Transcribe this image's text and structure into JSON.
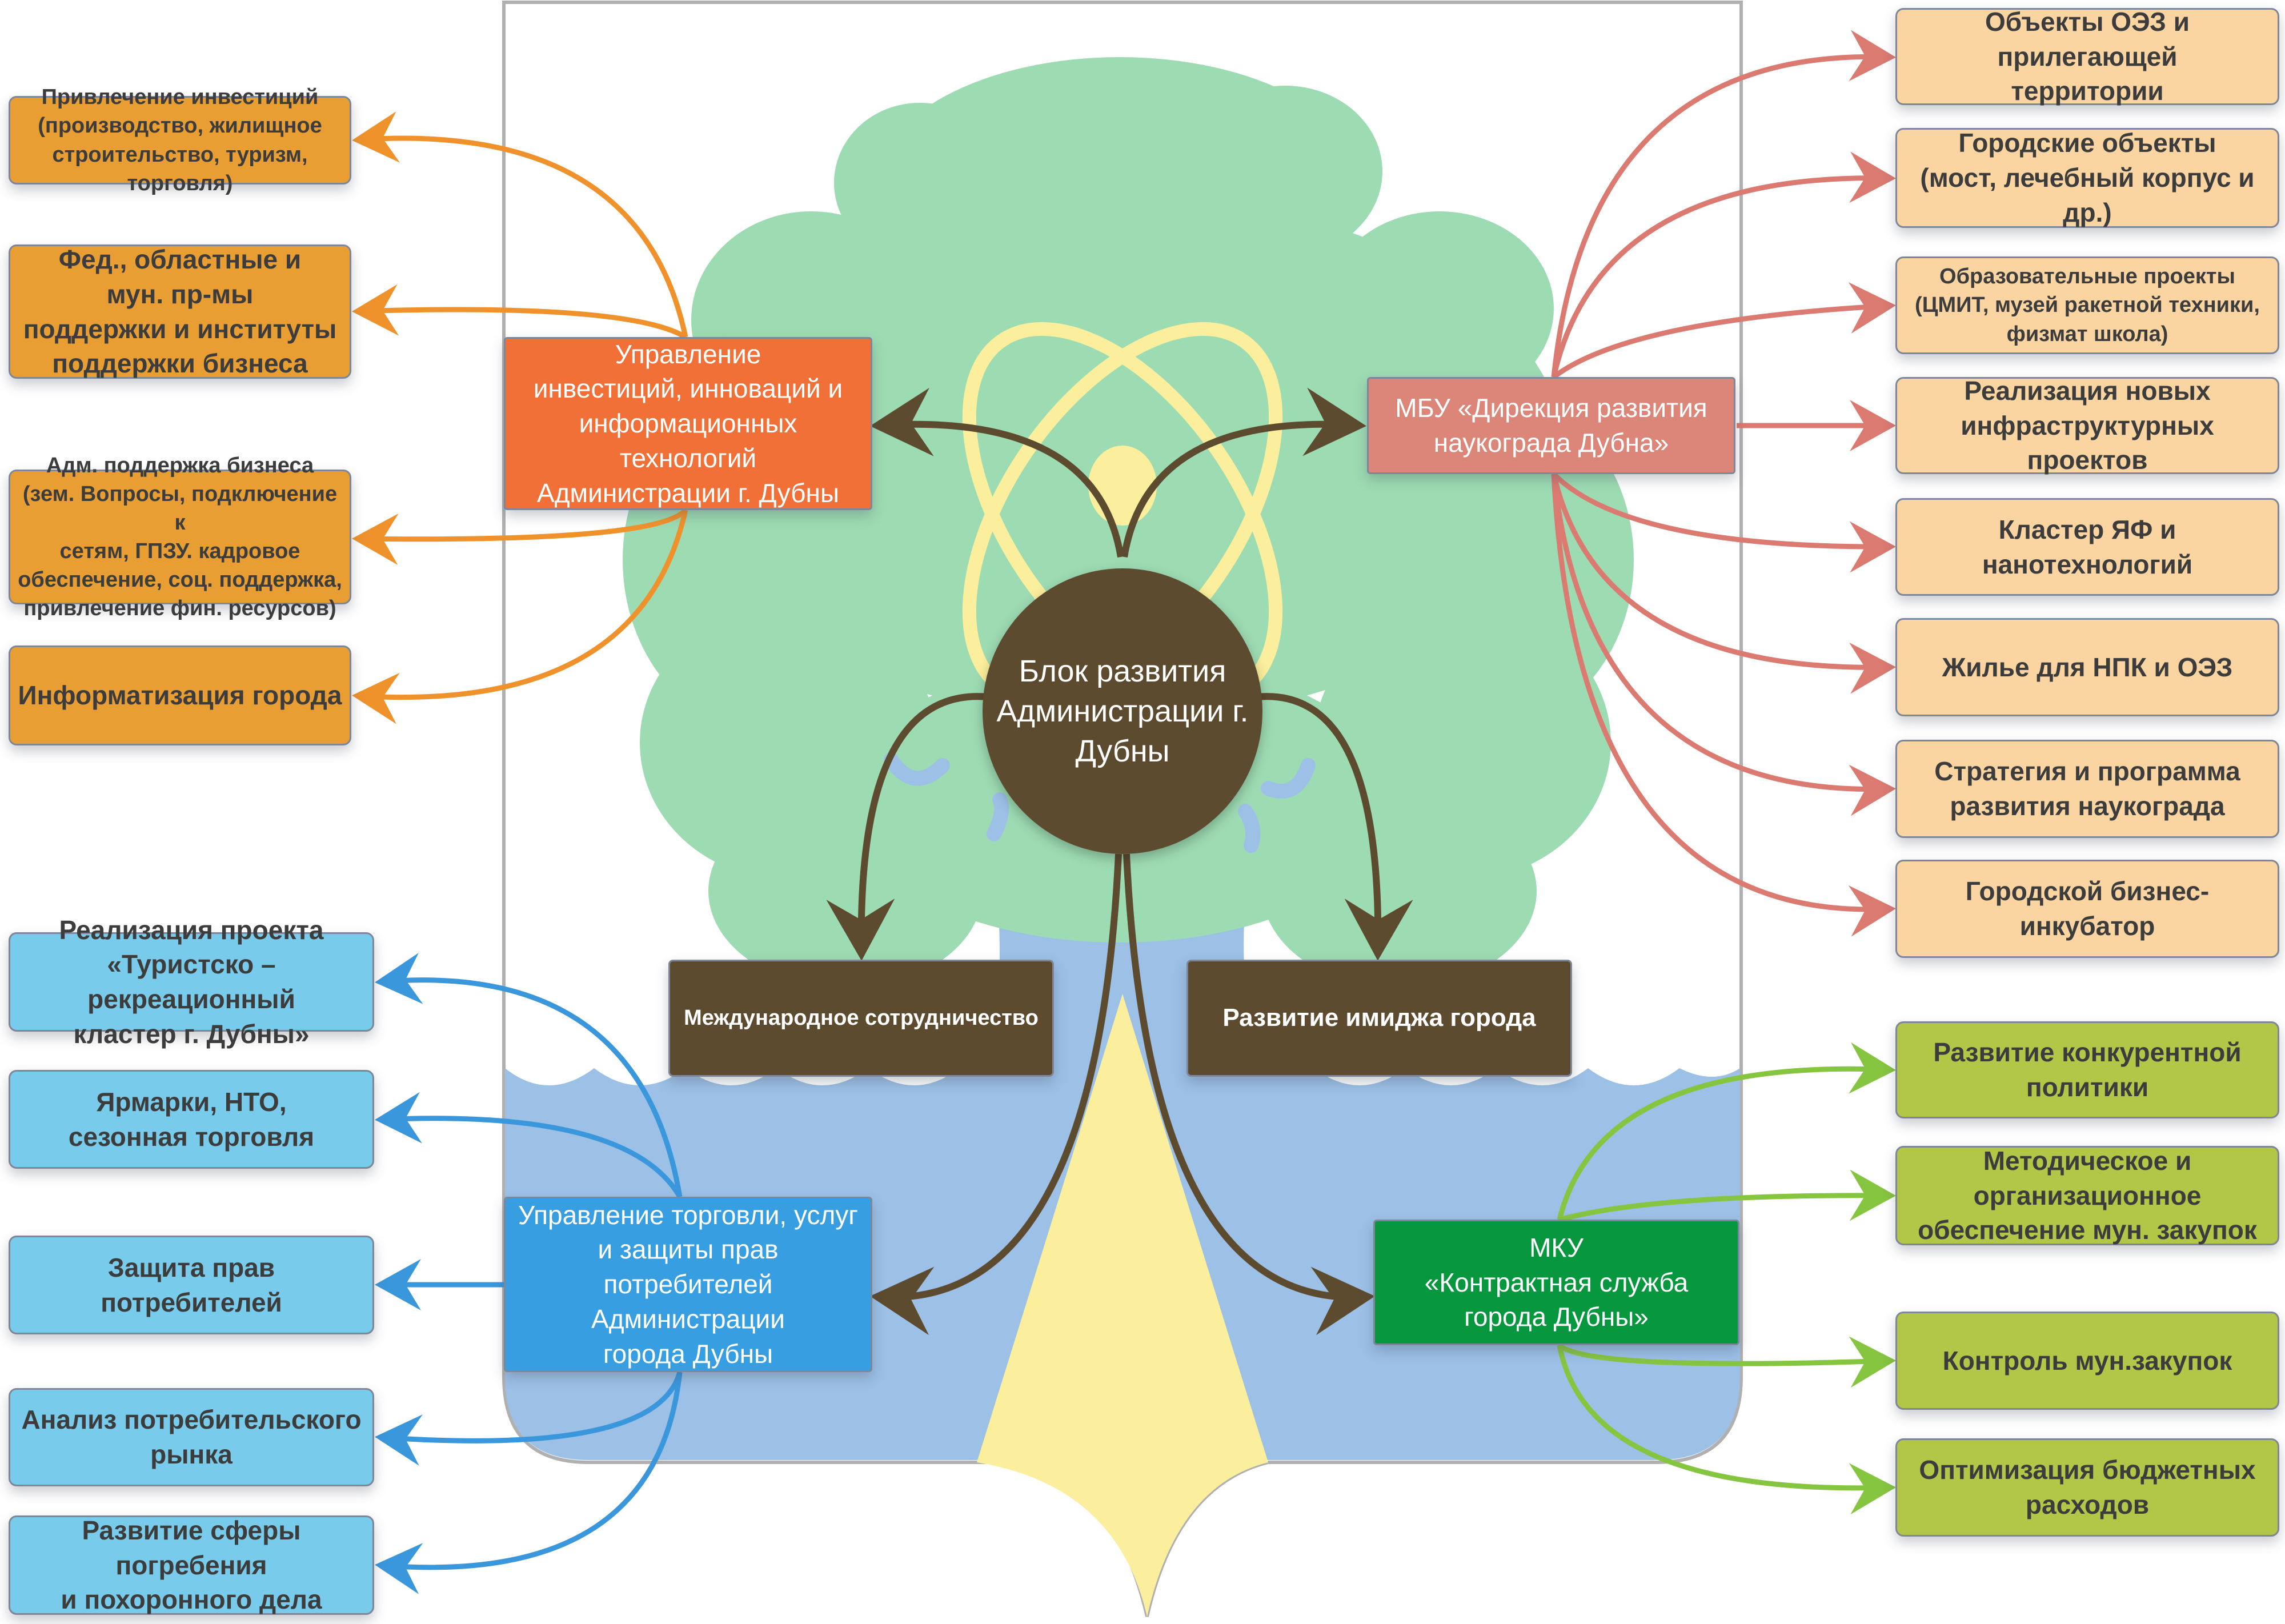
{
  "hub": {
    "label": "Блок развития\nАдминистрации г.\nДубны"
  },
  "colors": {
    "orange_branch": "#f0922c",
    "pink_branch": "#db7a70",
    "blue_branch": "#3b97dc",
    "green_branch": "#86c540",
    "hub_branch": "#5d4b30",
    "tree_canopy": "#9ddbb3",
    "water": "#9cc0e6",
    "sun_ray": "#fbef9d",
    "atom": "#fbef9d"
  },
  "departments": {
    "investments": {
      "label": "Управление\nинвестиций, инноваций и\nинформационных\nтехнологий\nАдминистрации г. Дубны"
    },
    "naukograd": {
      "label": "МБУ «Дирекция развития\nнаукограда Дубна»"
    },
    "trade": {
      "label": "Управление торговли,  услуг\nи защиты прав потребителей\nАдминистрации\nгорода Дубны"
    },
    "contract": {
      "label": "МКУ\n«Контрактная служба\nгорода Дубны»"
    },
    "international": {
      "label": "Международное сотрудничество"
    },
    "image": {
      "label": "Развитие имиджа города"
    }
  },
  "investments_items": [
    {
      "label": "Привлечение инвестиций\n(производство, жилищное\nстроительство, туризм, торговля)"
    },
    {
      "label": "Фед., областные и\nмун. пр-мы\nподдержки и институты\nподдержки бизнеса"
    },
    {
      "label": "Адм. поддержка бизнеса\n(зем. Вопросы, подключение к\nсетям, ГПЗУ. кадровое\nобеспечение, соц. поддержка,\nпривлечение фин. ресурсов)"
    },
    {
      "label": "Информатизация города"
    }
  ],
  "naukograd_items": [
    {
      "label": "Объекты ОЭЗ и прилегающей\nтерритории"
    },
    {
      "label": "Городские объекты\n(мост, лечебный корпус и др.)"
    },
    {
      "label": "Образовательные проекты\n(ЦМИТ, музей ракетной техники,\nфизмат школа)"
    },
    {
      "label": "Реализация новых\nинфраструктурных проектов"
    },
    {
      "label": "Кластер ЯФ и нанотехнологий"
    },
    {
      "label": "Жилье для НПК и ОЭЗ"
    },
    {
      "label": "Стратегия и программа\nразвития наукограда"
    },
    {
      "label": "Городской бизнес-инкубатор"
    }
  ],
  "trade_items": [
    {
      "label": "Реализация проекта\n«Туристско – рекреационный\nкластер г. Дубны»"
    },
    {
      "label": "Ярмарки, НТО,\nсезонная торговля"
    },
    {
      "label": "Защита прав потребителей"
    },
    {
      "label": "Анализ потребительского\nрынка"
    },
    {
      "label": "Развитие сферы погребения\nи похоронного дела"
    }
  ],
  "contract_items": [
    {
      "label": "Развитие конкурентной\nполитики"
    },
    {
      "label": "Методическое и\nорганизационное\nобеспечение мун. закупок"
    },
    {
      "label": "Контроль мун.закупок"
    },
    {
      "label": "Оптимизация бюджетных\nрасходов"
    }
  ]
}
